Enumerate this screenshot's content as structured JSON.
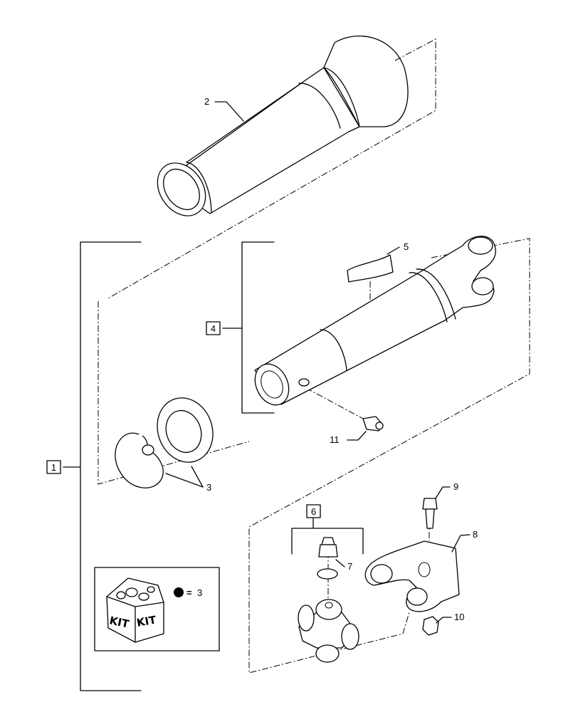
{
  "callouts": {
    "c1": "1",
    "c2": "2",
    "c3": "3",
    "c4": "4",
    "c5": "5",
    "c6": "6",
    "c7": "7",
    "c8": "8",
    "c9": "9",
    "c10": "10",
    "c11": "11"
  },
  "kit_legend": {
    "kit_word_left": "KIT",
    "kit_word_right": "KIT",
    "equals_sign": "=",
    "reference": "3",
    "icon": "kit-box-icon",
    "bullet_icon": "filled-circle-icon"
  }
}
